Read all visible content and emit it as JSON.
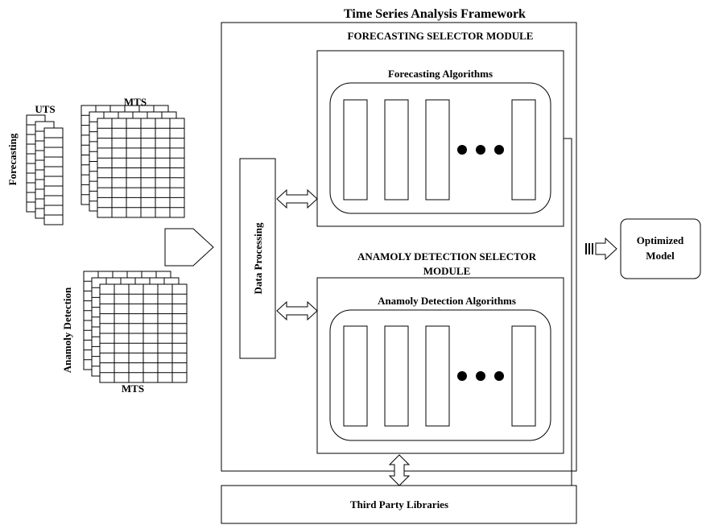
{
  "diagram": {
    "title": "Time Series Analysis Framework",
    "inputs": {
      "forecasting": {
        "side_label": "Forecasting",
        "uts_label": "UTS",
        "mts_label": "MTS"
      },
      "anomaly_detection": {
        "side_label": "Anamoly Detection",
        "mts_label": "MTS"
      }
    },
    "data_processing": {
      "label": "Data Processing"
    },
    "forecasting_module": {
      "title": "FORECASTING SELECTOR MODULE",
      "algorithms_label": "Forecasting Algorithms"
    },
    "anomaly_module": {
      "title_line1": "ANAMOLY DETECTION SELECTOR",
      "title_line2": "MODULE",
      "algorithms_label": "Anamoly Detection Algorithms"
    },
    "third_party": {
      "label": "Third Party Libraries"
    },
    "output": {
      "line1": "Optimized",
      "line2": "Model"
    },
    "colors": {
      "stroke": "#000000",
      "fill": "#ffffff"
    }
  }
}
